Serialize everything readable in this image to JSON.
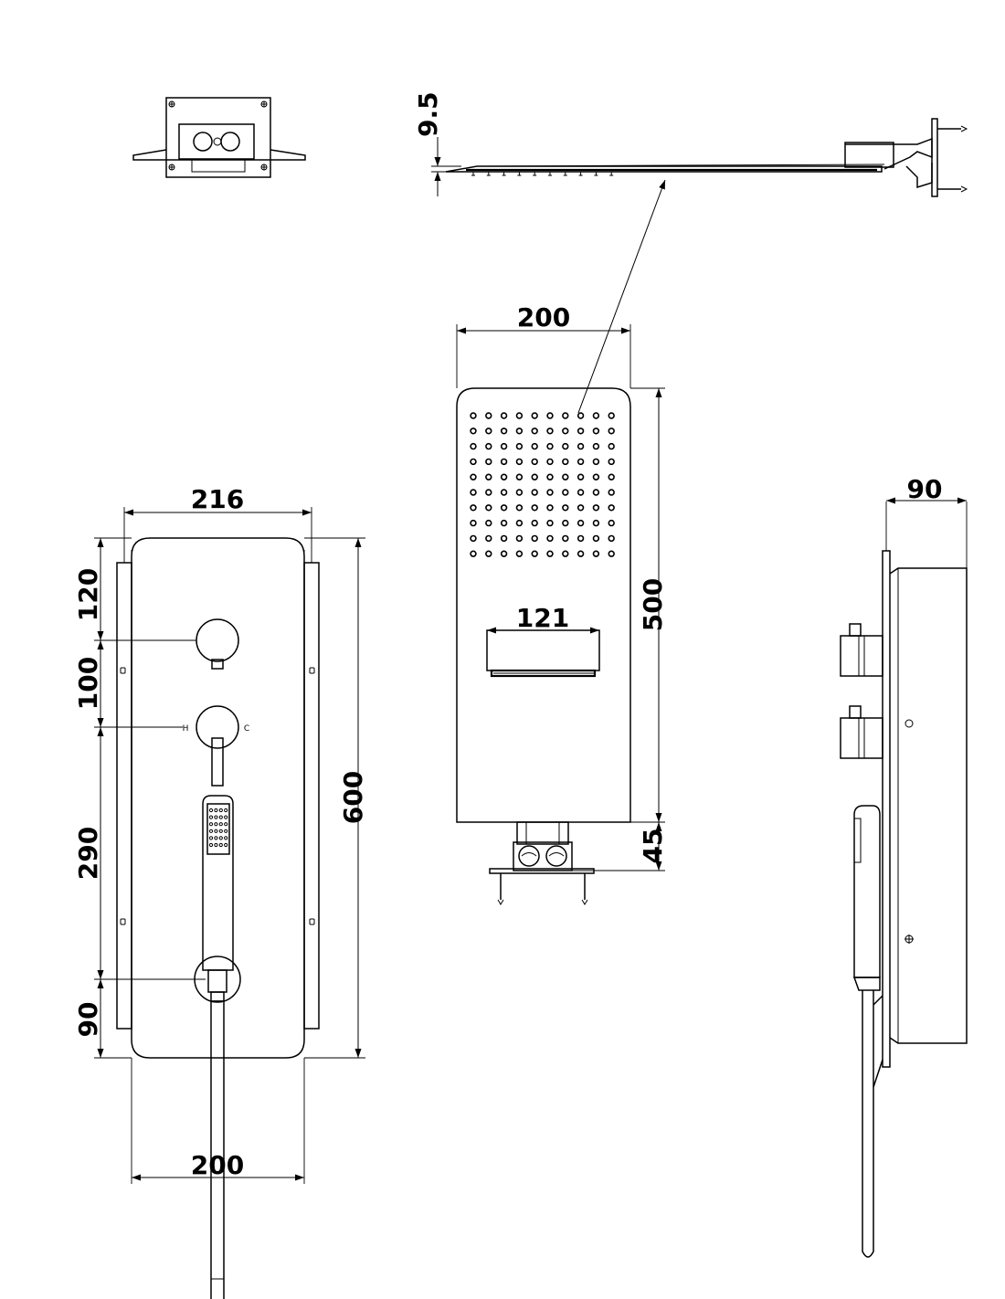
{
  "drawing": {
    "type": "technical-drawing",
    "subject": "shower system",
    "stroke_color": "#000000",
    "background_color": "#ffffff",
    "views": [
      "rough-in-box-top",
      "rain-head-side",
      "rain-head-front",
      "valve-panel-front",
      "panel-side"
    ]
  },
  "dimensions": {
    "head_thickness": "9.5",
    "head_width": "200",
    "head_length": "500",
    "head_neck": "45",
    "waterfall_width": "121",
    "panel_width": "216",
    "panel_inner_width": "200",
    "panel_height": "600",
    "handle_offset_top": "120",
    "handle_spacing": "100",
    "handshower_spacing": "290",
    "bottom_offset": "90",
    "panel_depth": "90"
  },
  "markers": {
    "hot": "H",
    "cold": "C"
  },
  "icons": {
    "nozzle": "nozzle-dot-icon",
    "screw": "screw-icon",
    "dim_arrow": "arrowhead-icon"
  },
  "nozzle_grid": {
    "columns": 10,
    "rows": 10
  },
  "handshower_grid": {
    "columns": 4,
    "rows": 6
  }
}
